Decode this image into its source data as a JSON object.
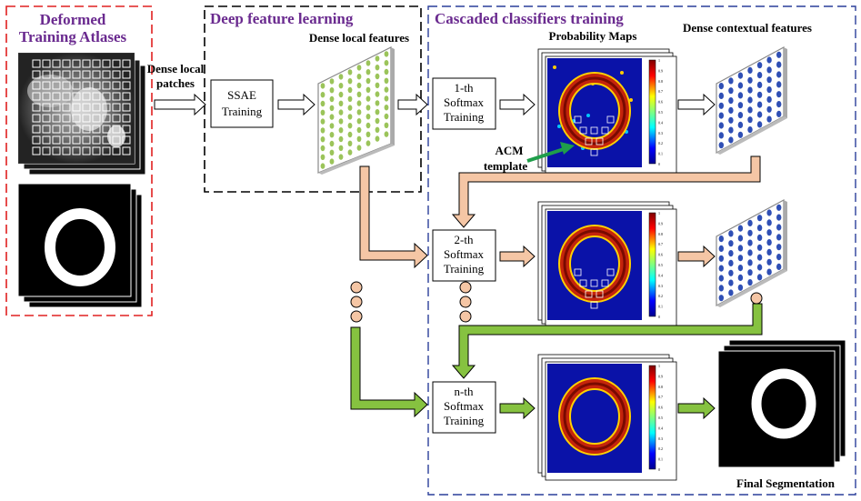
{
  "sections": {
    "atlases_title_1": "Deformed",
    "atlases_title_2": "Training Atlases",
    "deep_title": "Deep feature learning",
    "cascade_title": "Cascaded classifiers training"
  },
  "labels": {
    "dense_local_patches_1": "Dense local",
    "dense_local_patches_2": "patches",
    "dense_local_features": "Dense local features",
    "probability_maps": "Probability Maps",
    "dense_contextual_features": "Dense contextual features",
    "acm_template_1": "ACM",
    "acm_template_2": "template",
    "final_segmentation": "Final Segmentation"
  },
  "boxes": {
    "ssae_1": "SSAE",
    "ssae_2": "Training",
    "softmax1_1": "1-th",
    "softmax1_2": "Softmax",
    "softmax1_3": "Training",
    "softmax2_1": "2-th",
    "softmax2_2": "Softmax",
    "softmax2_3": "Training",
    "softmaxn_1": "n-th",
    "softmaxn_2": "Softmax",
    "softmaxn_3": "Training"
  },
  "colorbar_ticks": [
    "1",
    "0.9",
    "0.8",
    "0.7",
    "0.6",
    "0.5",
    "0.4",
    "0.3",
    "0.2",
    "0.1",
    "0"
  ],
  "colors": {
    "section1_border": "#e02020",
    "section2_border": "#000000",
    "section3_border": "#2a3f9a",
    "title": "#6a2a8f",
    "peach_arrow": "#f5c6a5",
    "green_arrow": "#86c240",
    "local_feature_dot": "#9bc45a",
    "context_feature_dot": "#2f4fb5",
    "acm_arrow": "#1f9e4a",
    "prob_map_bg": "#0a12a8",
    "prob_map_ring": "#c4240c"
  }
}
